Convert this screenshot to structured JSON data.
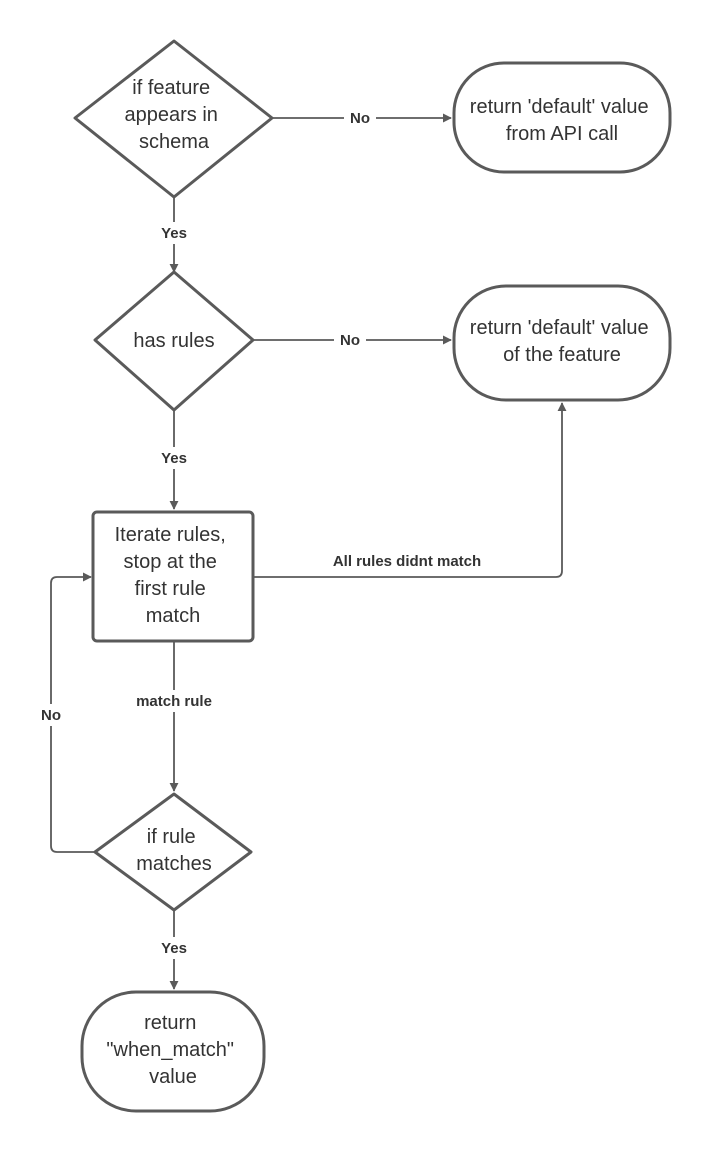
{
  "nodes": {
    "decision_in_schema": {
      "lines": [
        "if feature",
        "appears in",
        "schema"
      ]
    },
    "terminal_api_default": {
      "lines": [
        "return 'default' value",
        "from API call"
      ]
    },
    "decision_has_rules": {
      "lines": [
        "has rules"
      ]
    },
    "terminal_feature_default": {
      "lines": [
        "return 'default' value",
        "of the feature"
      ]
    },
    "process_iterate": {
      "lines": [
        "Iterate rules,",
        "stop at the",
        "first rule",
        "match"
      ]
    },
    "decision_rule_matches": {
      "lines": [
        "if rule",
        "matches"
      ]
    },
    "terminal_when_match": {
      "lines": [
        "return",
        "\"when_match\"",
        "value"
      ]
    }
  },
  "edges": {
    "schema_no": "No",
    "schema_yes": "Yes",
    "rules_no": "No",
    "rules_yes": "Yes",
    "all_rules_didnt_match": "All rules didnt match",
    "match_rule": "match rule",
    "loop_no": "No",
    "matches_yes": "Yes"
  },
  "colors": {
    "stroke": "#5a5a5a",
    "text": "#333333",
    "background": "#ffffff"
  }
}
